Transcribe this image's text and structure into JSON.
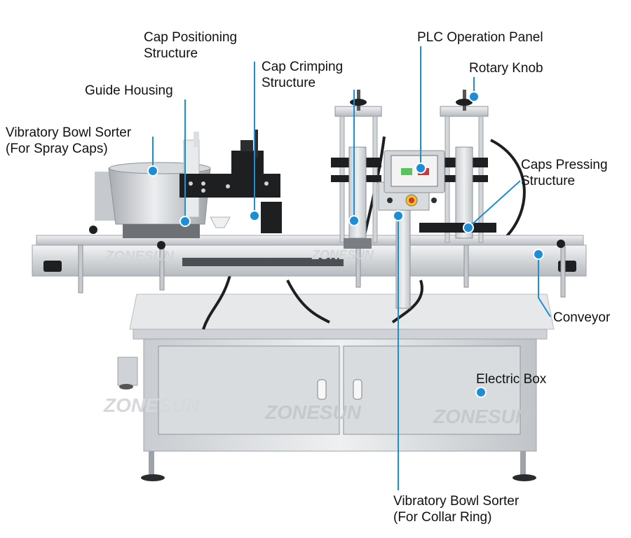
{
  "colors": {
    "callout": "#1a8fd8",
    "stainless_light": "#e4e6e8",
    "stainless_mid": "#c4c7cb",
    "stainless_dark": "#8e9399",
    "black": "#1e1f21",
    "white": "#ffffff"
  },
  "labels": {
    "cap_positioning": "Cap Positioning\nStructure",
    "plc_panel": "PLC Operation Panel",
    "cap_crimping": "Cap Crimping\nStructure",
    "rotary_knob": "Rotary Knob",
    "guide_housing": "Guide Housing",
    "vibratory_spray": "Vibratory Bowl Sorter\n(For Spray Caps)",
    "caps_pressing": "Caps Pressing\nStructure",
    "conveyor": "Conveyor",
    "electric_box": "Electric Box",
    "vibratory_collar": "Vibratory Bowl Sorter\n(For Collar Ring)"
  },
  "watermark": {
    "brand": "ZONESUN"
  }
}
